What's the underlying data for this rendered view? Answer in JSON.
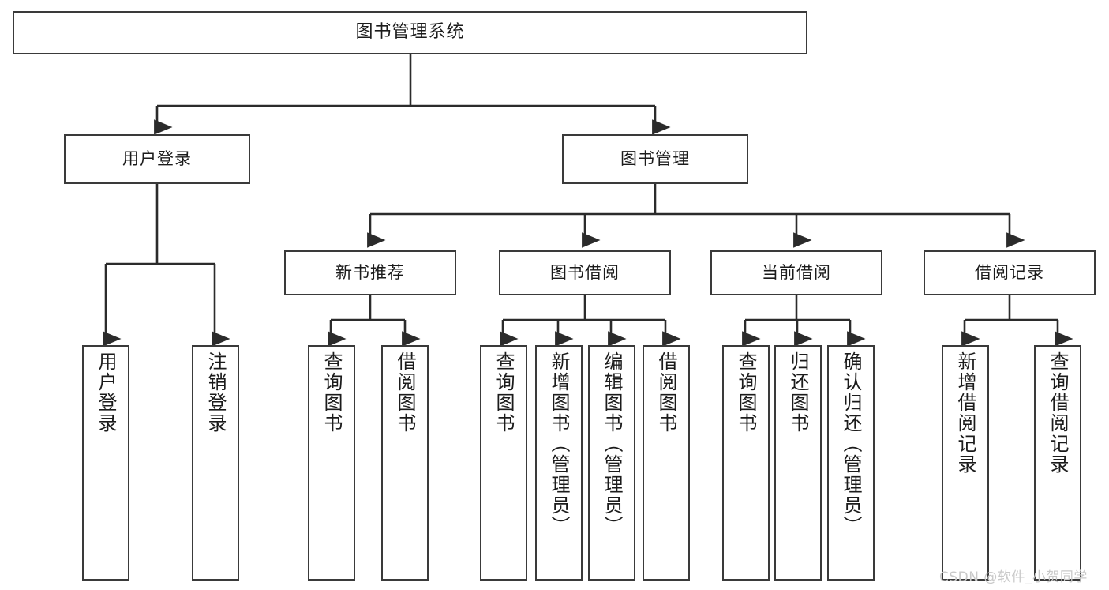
{
  "diagram": {
    "title": "图书管理系统",
    "type": "functional-structure-tree",
    "watermark": "CSDN @软件_小贺同学",
    "colors": {
      "box_border": "#3a3a3a",
      "box_fill": "#ffffff",
      "edge": "#2b2b2b",
      "text": "#1b1b1b",
      "watermark": "#c9c9c9",
      "background": "#ffffff"
    }
  },
  "nodes": {
    "root": {
      "label": "图书管理系统",
      "level": 0
    },
    "level1": [
      {
        "id": "user-login",
        "label": "用户登录"
      },
      {
        "id": "book-manage",
        "label": "图书管理"
      }
    ],
    "level2": [
      {
        "id": "new-book-recommend",
        "label": "新书推荐",
        "parent": "book-manage"
      },
      {
        "id": "book-borrow",
        "label": "图书借阅",
        "parent": "book-manage"
      },
      {
        "id": "current-borrow",
        "label": "当前借阅",
        "parent": "book-manage"
      },
      {
        "id": "borrow-record",
        "label": "借阅记录",
        "parent": "book-manage"
      }
    ],
    "leaves": [
      {
        "id": "leaf-user-login",
        "label": "用户登录",
        "parent": "user-login"
      },
      {
        "id": "leaf-user-logout",
        "label": "注销登录",
        "parent": "user-login"
      },
      {
        "id": "leaf-query-book-1",
        "label": "查询图书",
        "parent": "new-book-recommend"
      },
      {
        "id": "leaf-borrow-book-1",
        "label": "借阅图书",
        "parent": "new-book-recommend"
      },
      {
        "id": "leaf-query-book-2",
        "label": "查询图书",
        "parent": "book-borrow"
      },
      {
        "id": "leaf-add-book",
        "label": "新增图书（管理员）",
        "parent": "book-borrow"
      },
      {
        "id": "leaf-edit-book",
        "label": "编辑图书（管理员）",
        "parent": "book-borrow"
      },
      {
        "id": "leaf-borrow-book-2",
        "label": "借阅图书",
        "parent": "book-borrow"
      },
      {
        "id": "leaf-query-book-3",
        "label": "查询图书",
        "parent": "current-borrow"
      },
      {
        "id": "leaf-return-book",
        "label": "归还图书",
        "parent": "current-borrow"
      },
      {
        "id": "leaf-confirm-return",
        "label": "确认归还（管理员）",
        "parent": "current-borrow"
      },
      {
        "id": "leaf-add-record",
        "label": "新增借阅记录",
        "parent": "borrow-record"
      },
      {
        "id": "leaf-query-record",
        "label": "查询借阅记录",
        "parent": "borrow-record"
      }
    ]
  }
}
